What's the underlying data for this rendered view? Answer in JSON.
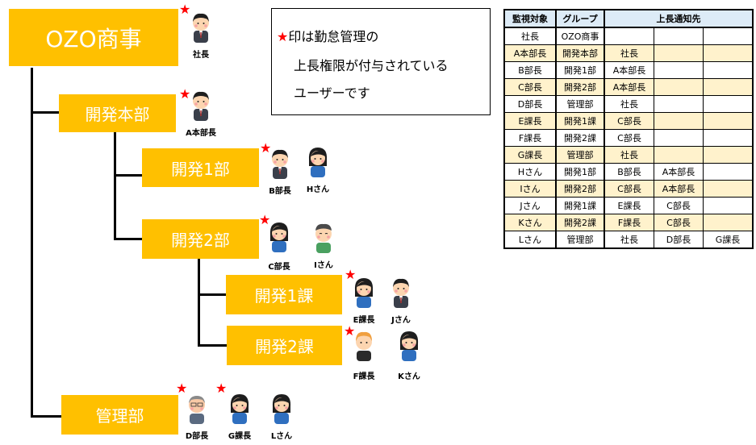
{
  "org": {
    "root": {
      "label": "OZO商事"
    },
    "nodes": {
      "kaihatsu_honbu": "開発本部",
      "kaihatsu_1bu": "開発1部",
      "kaihatsu_2bu": "開発2部",
      "kaihatsu_1ka": "開発1課",
      "kaihatsu_2ka": "開発2課",
      "kanribu": "管理部"
    },
    "people": {
      "shacho": {
        "label": "社長",
        "starred": true
      },
      "a_honbucho": {
        "label": "A本部長",
        "starred": true
      },
      "b_bucho": {
        "label": "B部長",
        "starred": true
      },
      "h_san": {
        "label": "Hさん",
        "starred": false
      },
      "c_bucho": {
        "label": "C部長",
        "starred": true
      },
      "i_san": {
        "label": "Iさん",
        "starred": false
      },
      "e_kacho": {
        "label": "E課長",
        "starred": true
      },
      "j_san": {
        "label": "Jさん",
        "starred": false
      },
      "f_kacho": {
        "label": "F課長",
        "starred": true
      },
      "k_san": {
        "label": "Kさん",
        "starred": false
      },
      "d_bucho": {
        "label": "D部長",
        "starred": true
      },
      "g_kacho": {
        "label": "G課長",
        "starred": true
      },
      "l_san": {
        "label": "Lさん",
        "starred": false
      }
    },
    "star_glyph": "★",
    "colors": {
      "box": "#FFC000",
      "star": "#FF0000",
      "line": "#000000"
    }
  },
  "legend": {
    "star": "★",
    "line1": "印は勤怠管理の",
    "line2": "上長権限が付与されている",
    "line3": "ユーザーです"
  },
  "table": {
    "headers": [
      "監視対象",
      "グループ",
      "上長通知先"
    ],
    "rows": [
      [
        "社長",
        "OZO商事",
        "",
        "",
        ""
      ],
      [
        "A本部長",
        "開発本部",
        "社長",
        "",
        ""
      ],
      [
        "B部長",
        "開発1部",
        "A本部長",
        "",
        ""
      ],
      [
        "C部長",
        "開発2部",
        "A本部長",
        "",
        ""
      ],
      [
        "D部長",
        "管理部",
        "社長",
        "",
        ""
      ],
      [
        "E課長",
        "開発1課",
        "C部長",
        "",
        ""
      ],
      [
        "F課長",
        "開発2課",
        "C部長",
        "",
        ""
      ],
      [
        "G課長",
        "管理部",
        "社長",
        "",
        ""
      ],
      [
        "Hさん",
        "開発1部",
        "B部長",
        "A本部長",
        ""
      ],
      [
        "Iさん",
        "開発2部",
        "C部長",
        "A本部長",
        ""
      ],
      [
        "Jさん",
        "開発1課",
        "E課長",
        "C部長",
        ""
      ],
      [
        "Kさん",
        "開発2課",
        "F課長",
        "C部長",
        ""
      ],
      [
        "Lさん",
        "管理部",
        "社長",
        "D部長",
        "G課長"
      ]
    ],
    "colors": {
      "header": "#DDEBF7",
      "alt_row": "#FFF2CC"
    }
  }
}
